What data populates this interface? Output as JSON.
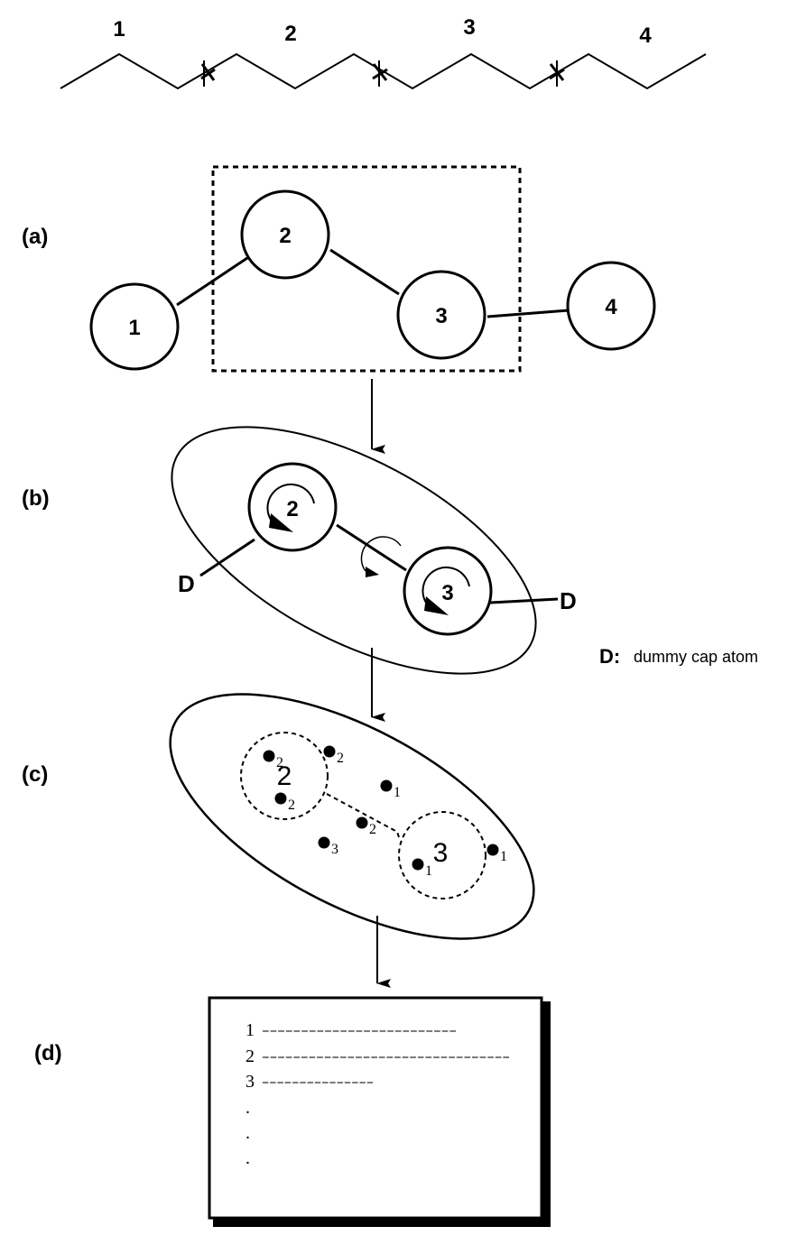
{
  "chain": {
    "segment_labels": [
      "1",
      "2",
      "3",
      "4"
    ],
    "cut_marker": "*"
  },
  "panels": {
    "a": {
      "label": "(a)",
      "nodes": [
        "1",
        "2",
        "3",
        "4"
      ]
    },
    "b": {
      "label": "(b)",
      "nodes": [
        "2",
        "3"
      ],
      "cap_left": "D",
      "cap_right": "D"
    },
    "legend": {
      "symbol": "D:",
      "text": "dummy cap atom"
    },
    "c": {
      "label": "(c)",
      "group_labels": [
        "2",
        "3"
      ],
      "points": [
        {
          "sub": "2"
        },
        {
          "sub": "2"
        },
        {
          "sub": "2"
        },
        {
          "sub": "1"
        },
        {
          "sub": "2"
        },
        {
          "sub": "3"
        },
        {
          "sub": "1"
        },
        {
          "sub": "1"
        }
      ]
    },
    "d": {
      "label": "(d)",
      "lines": [
        {
          "num": "1",
          "dashes": "-------------------------"
        },
        {
          "num": "2",
          "dashes": "--------------------------------"
        },
        {
          "num": "3",
          "dashes": "---------------"
        }
      ],
      "ellipsis": [
        ".",
        ".",
        "."
      ]
    }
  }
}
